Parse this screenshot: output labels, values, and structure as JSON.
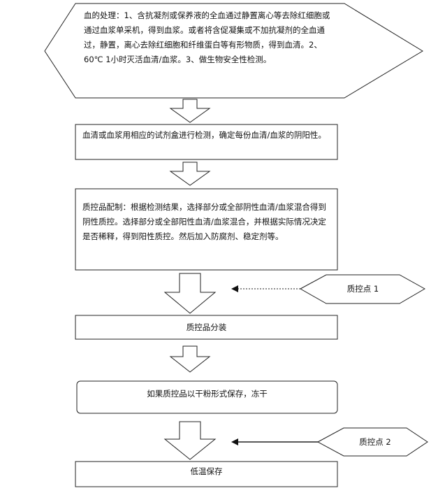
{
  "nodes": {
    "blood_processing": "血的处理：1、含抗凝剂或保养液的全血通过静置离心等去除红细胞或通过血浆单采机，得到血浆。或者将含促凝集或不加抗凝剂的全血通过，静置，离心去除红细胞和纤维蛋白等有形物质，得到血清。2、60℃ 1小时灭活血清/血浆。3、做生物安全性检测。",
    "kit_testing": "血清或血浆用相应的试剂盒进行检测，确定每份血清/血浆的阴阳性。",
    "qc_preparation": "质控品配制：根据检测结果，选择部分或全部阴性血清/血浆混合得到阴性质控。选择部分或全部阳性血清/血浆混合，并根据实际情况决定是否稀释，得到阳性质控。然后加入防腐剂、稳定剂等。",
    "qc_dispensing": "质控品分装",
    "freeze_drying": "如果质控品以干粉形式保存，冻干",
    "cold_storage": "低温保存"
  },
  "checkpoints": {
    "cp1": "质控点 1",
    "cp2": "质控点 2"
  }
}
